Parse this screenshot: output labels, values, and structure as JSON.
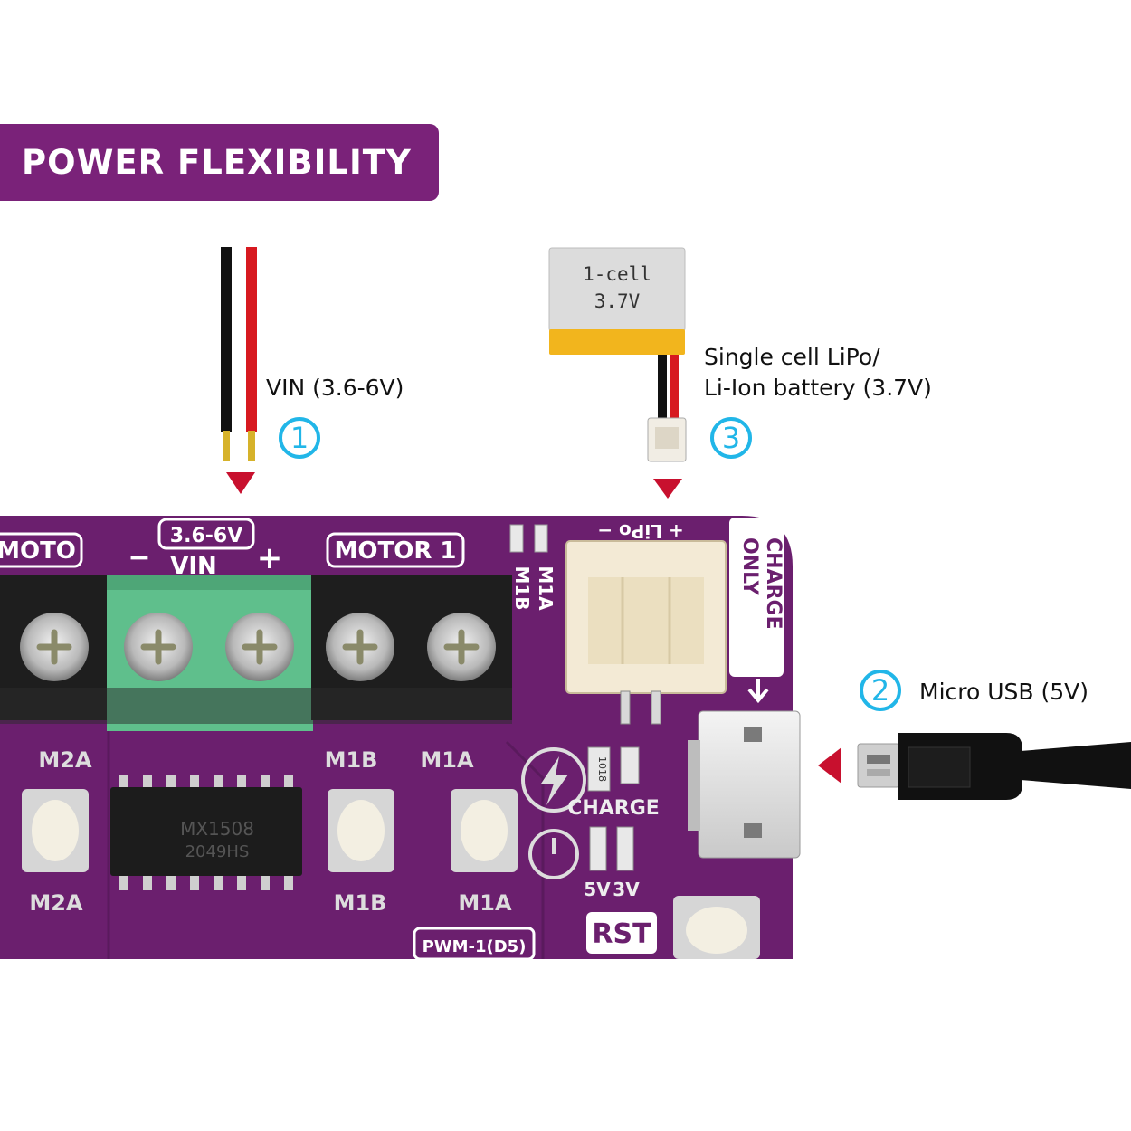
{
  "banner": {
    "title": "POWER FLEXIBILITY"
  },
  "callouts": {
    "vin": {
      "number": "1",
      "label": "VIN (3.6-6V)"
    },
    "usb": {
      "number": "2",
      "label": "Micro USB (5V)"
    },
    "battery": {
      "number": "3",
      "line1": "Single cell LiPo/",
      "line2": "Li-Ion battery (3.7V)"
    }
  },
  "battery_pack": {
    "line1": "1-cell",
    "line2": "3.7V"
  },
  "board": {
    "silkscreen": {
      "motor2": "MOTO",
      "motor1": "MOTOR 1",
      "vin_range": "3.6-6V",
      "vin": "VIN",
      "plus": "+",
      "minus": "−",
      "lipo": "+ LiPo −",
      "charge_only_1": "CHARGE",
      "charge_only_2": "ONLY",
      "m2a_top": "M2A",
      "m1b_top": "M1B",
      "m1a_top": "M1A",
      "m2a_bottom": "M2A",
      "m1b_bottom": "M1B",
      "m1a_bottom": "M1A",
      "led_m1a": "M1A",
      "led_m1b": "M1B",
      "charge": "CHARGE",
      "v5": "5V",
      "v3": "3V",
      "rst": "RST",
      "pwm": "PWM-1(D5)",
      "resistor": "1018"
    },
    "chip": {
      "line1": "MX1508",
      "line2": "2049HS"
    }
  },
  "colors": {
    "banner": "#7a2279",
    "pcb": "#6b1f6e",
    "accent_circle": "#21b6e8",
    "arrow": "#c8102e",
    "terminal_green": "#5fbf8c"
  }
}
